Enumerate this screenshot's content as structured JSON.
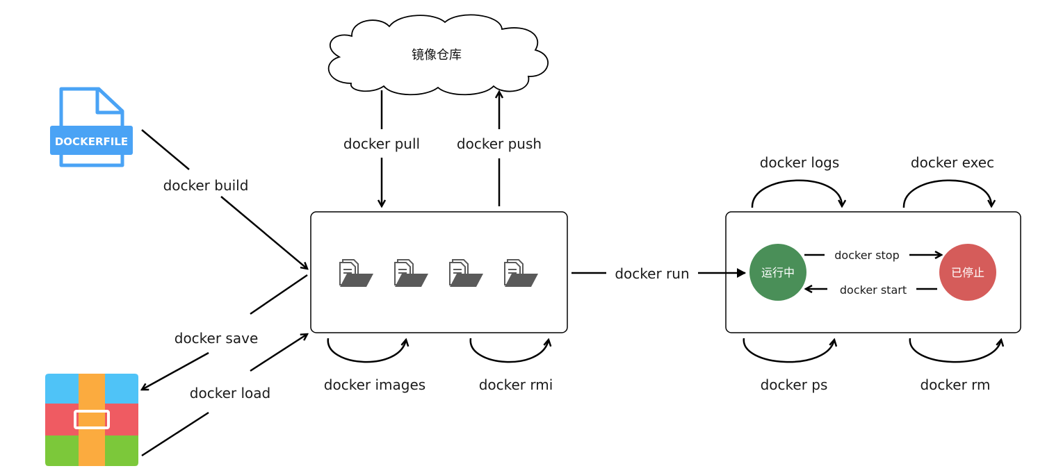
{
  "nodes": {
    "registry": "镜像仓库",
    "dockerfile_icon_text": "DOCKERFILE",
    "running": "运行中",
    "stopped": "已停止"
  },
  "commands": {
    "build": "docker build",
    "save": "docker save",
    "load": "docker load",
    "pull": "docker pull",
    "push": "docker push",
    "images": "docker images",
    "rmi": "docker rmi",
    "run": "docker run",
    "logs": "docker logs",
    "exec": "docker exec",
    "ps": "docker ps",
    "rm": "docker rm",
    "stop": "docker stop",
    "start": "docker start"
  },
  "colors": {
    "dockerfile_blue": "#4aa3f5",
    "running_green": "#4a8f58",
    "stopped_red": "#d55c5a",
    "archive_blue": "#4fc3f7",
    "archive_red": "#ef5b62",
    "archive_green": "#7cc83a",
    "archive_strap": "#fbab3f",
    "folder_icon": "#5a5a5a"
  },
  "icons": [
    "dockerfile-icon",
    "archive-icon",
    "folder-icon",
    "cloud-shape"
  ]
}
